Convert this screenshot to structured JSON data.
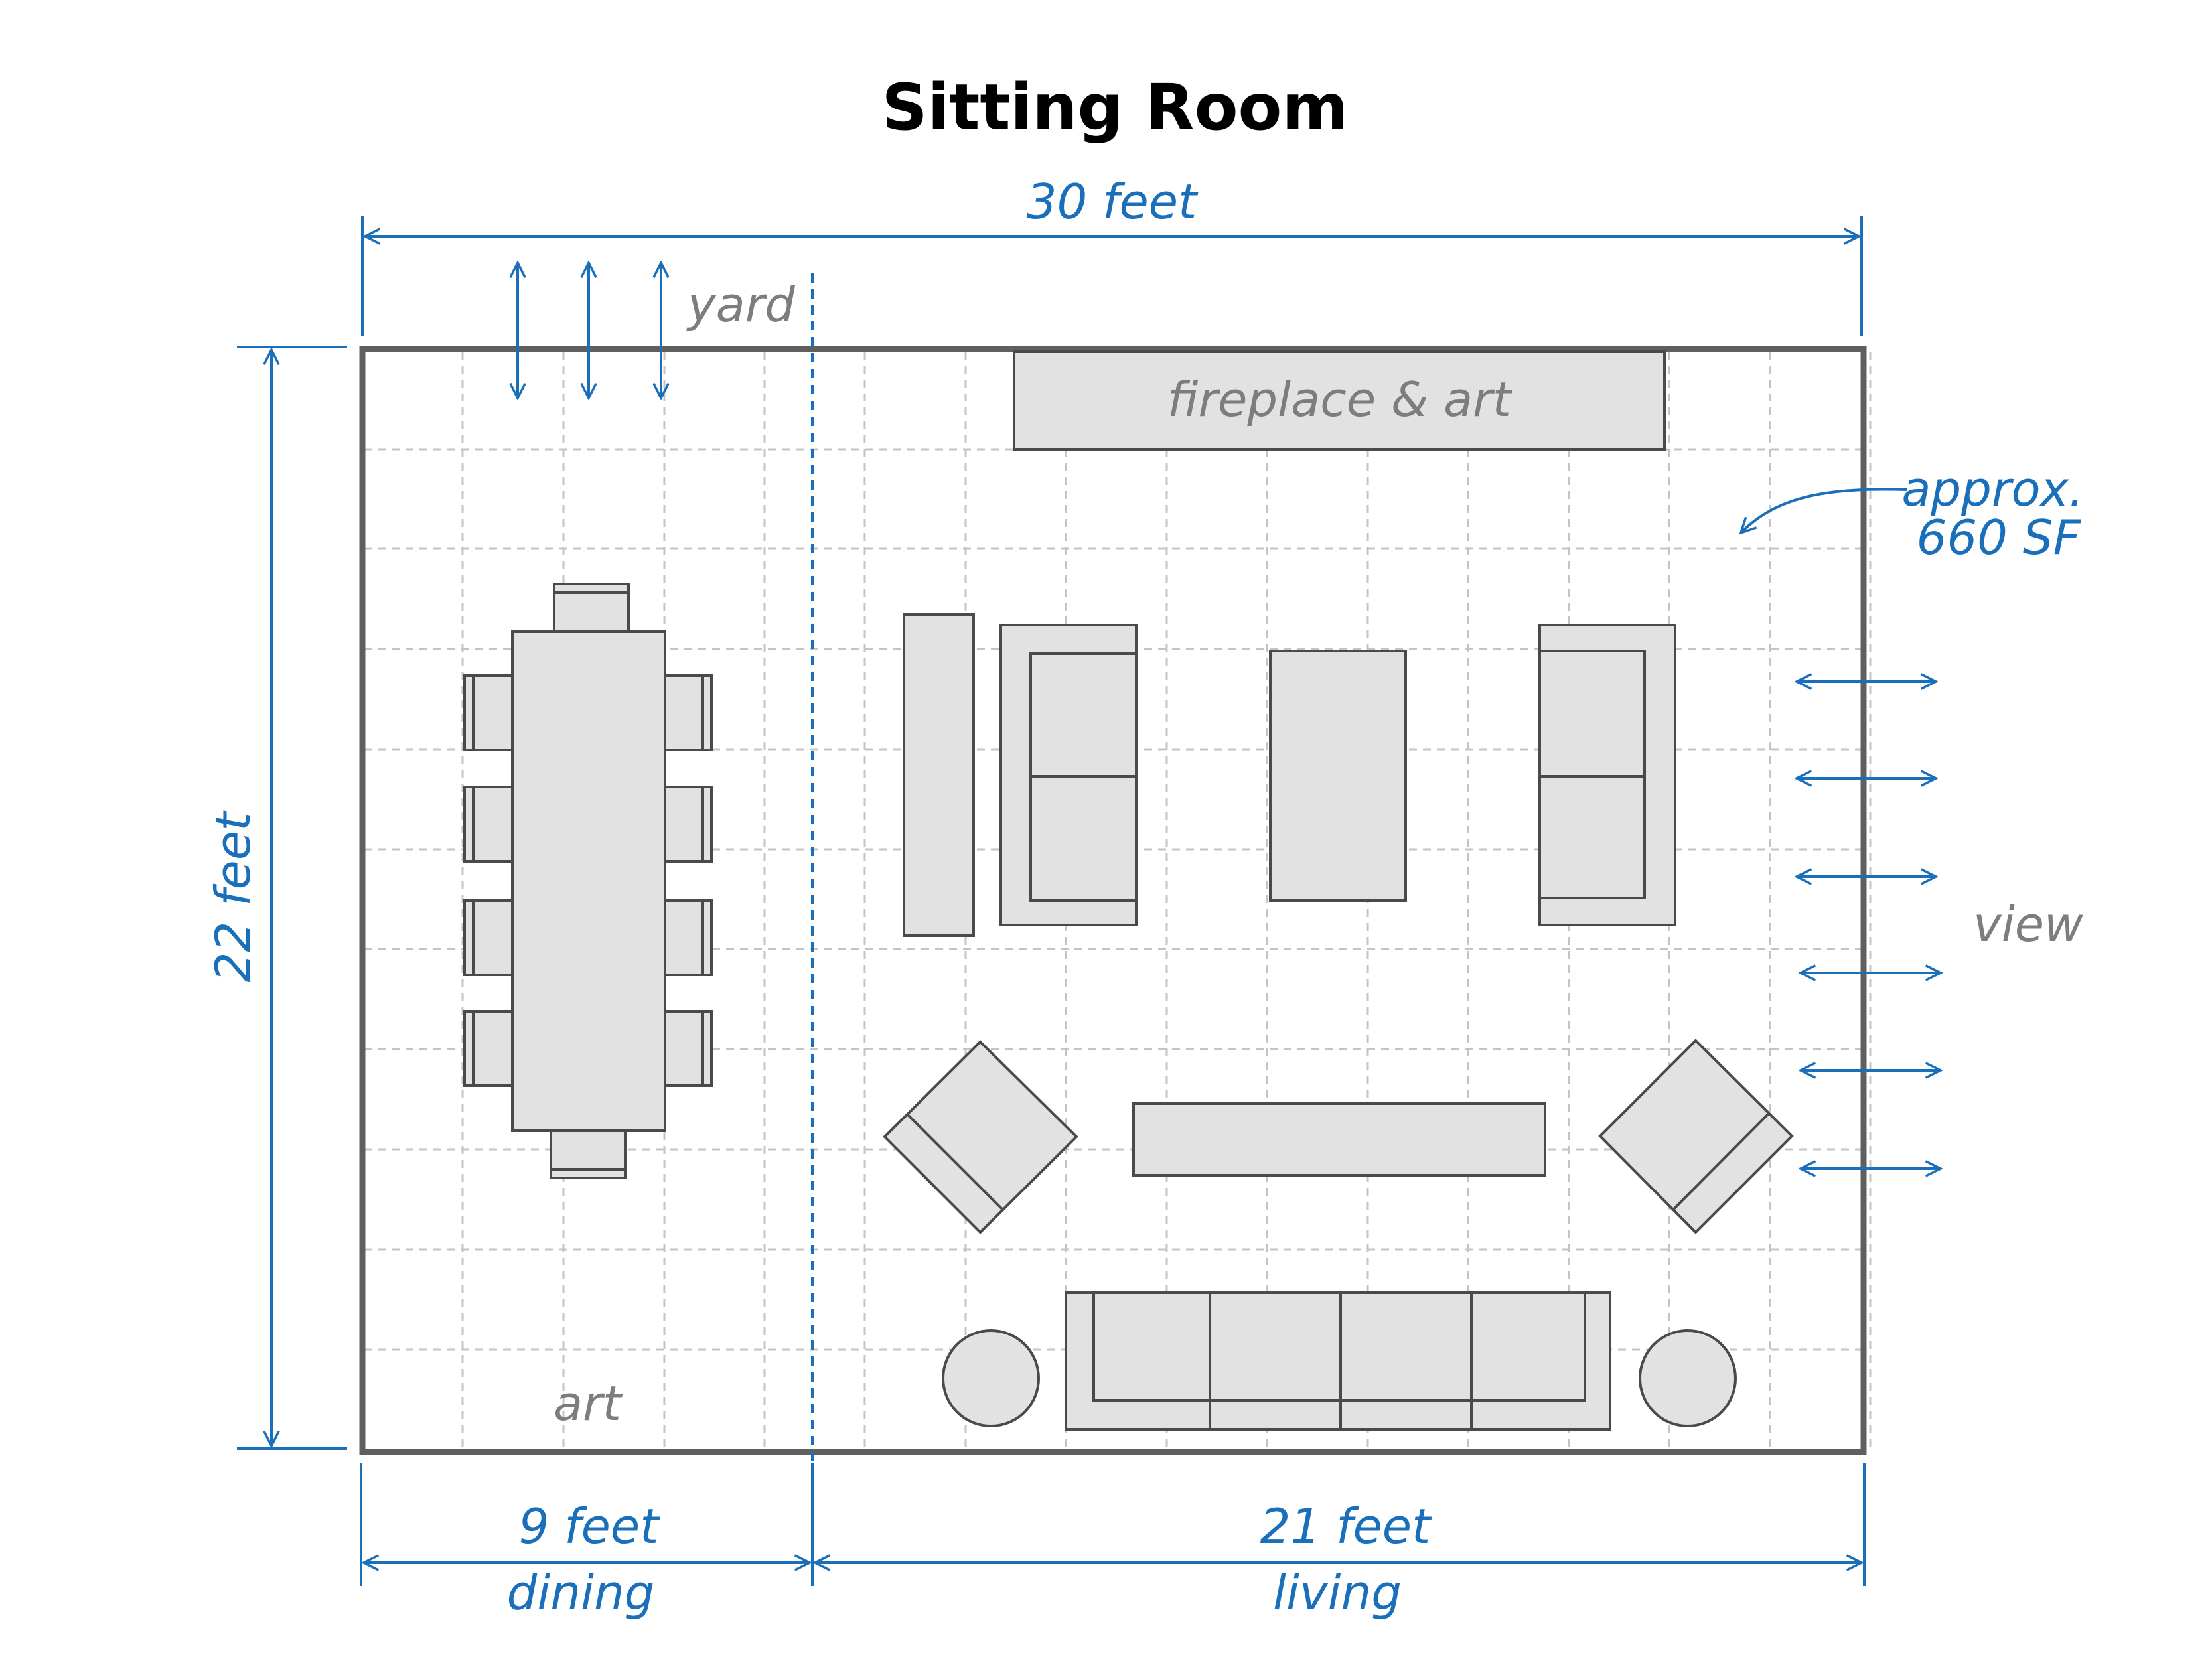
{
  "title": "Sitting Room",
  "dimensions": {
    "total_width": "30 feet",
    "total_depth": "22 feet",
    "dining_width": "9 feet",
    "living_width": "21 feet"
  },
  "zones": {
    "dining": "dining",
    "living": "living"
  },
  "labels": {
    "yard": "yard",
    "fireplace": "fireplace & art",
    "art": "art",
    "view": "view",
    "area_line1": "approx.",
    "area_line2": "660 SF"
  },
  "colors": {
    "dimension": "#1a6fba",
    "note_text": "#7d7d7d",
    "wall": "#5f5f5f",
    "furniture_fill": "#e2e2e2",
    "furniture_stroke": "#4a4a4a",
    "grid": "#c4c4c4"
  }
}
